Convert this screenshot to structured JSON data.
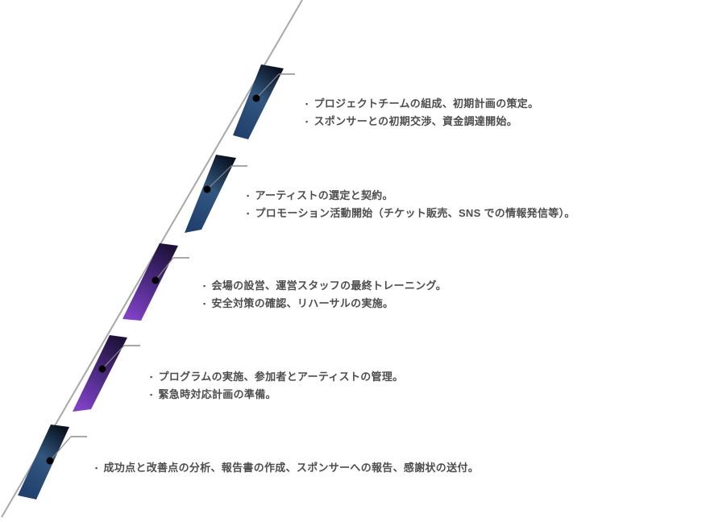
{
  "diagram": {
    "bullet": "▪",
    "stages": [
      {
        "lines": [
          "プロジェクトチームの組成、初期計画の策定。",
          "スポンサーとの初期交渉、資金調達開始。"
        ]
      },
      {
        "lines": [
          "アーティストの選定と契約。",
          "プロモーション活動開始（チケット販売、SNS での情報発信等）。"
        ]
      },
      {
        "lines": [
          "会場の設営、運営スタッフの最終トレーニング。",
          "安全対策の確認、リハーサルの実施。"
        ]
      },
      {
        "lines": [
          "プログラムの実施、参加者とアーティストの管理。",
          "緊急時対応計画の準備。"
        ]
      },
      {
        "lines": [
          "成功点と改善点の分析、報告書の作成、スポンサーへの報告、感謝状の送付。"
        ]
      }
    ],
    "colors": {
      "navy_gradient_start": "#0a1322",
      "navy_gradient_mid": "#32577f",
      "navy_gradient_end": "#20406d",
      "purple_gradient_start": "#1f1139",
      "purple_gradient_mid": "#4b2a82",
      "purple_gradient_end": "#7e40c4",
      "axis_line_gray": "#a8a8a8",
      "leader_line_gray": "#8a8a8a",
      "marker_black": "#000000",
      "text_gray": "#4d4d4d"
    }
  }
}
